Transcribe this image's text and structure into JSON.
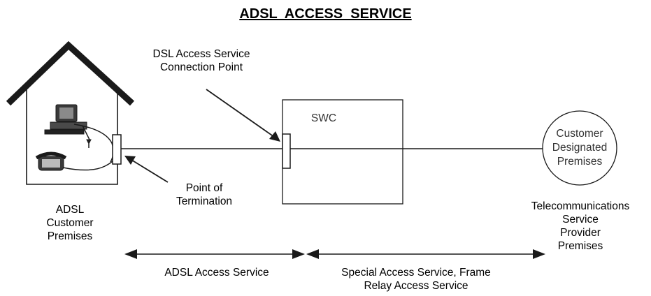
{
  "title": "ADSL  ACCESS  SERVICE",
  "labels": {
    "connection_point_1": "DSL Access Service",
    "connection_point_2": "Connection Point",
    "swc": "SWC",
    "customer_designated_1": "Customer",
    "customer_designated_2": "Designated",
    "customer_designated_3": "Premises",
    "point_of_termination_1": "Point of",
    "point_of_termination_2": "Termination",
    "adsl_customer_1": "ADSL",
    "adsl_customer_2": "Customer",
    "adsl_customer_3": "Premises",
    "telecom_1": "Telecommunications",
    "telecom_2": "Service",
    "telecom_3": "Provider",
    "telecom_4": "Premises",
    "adsl_access_service": "ADSL Access Service",
    "special_access_1": "Special Access Service, Frame",
    "special_access_2": "Relay Access Service"
  },
  "icons": [
    "house-icon",
    "computer-icon",
    "telephone-icon"
  ]
}
